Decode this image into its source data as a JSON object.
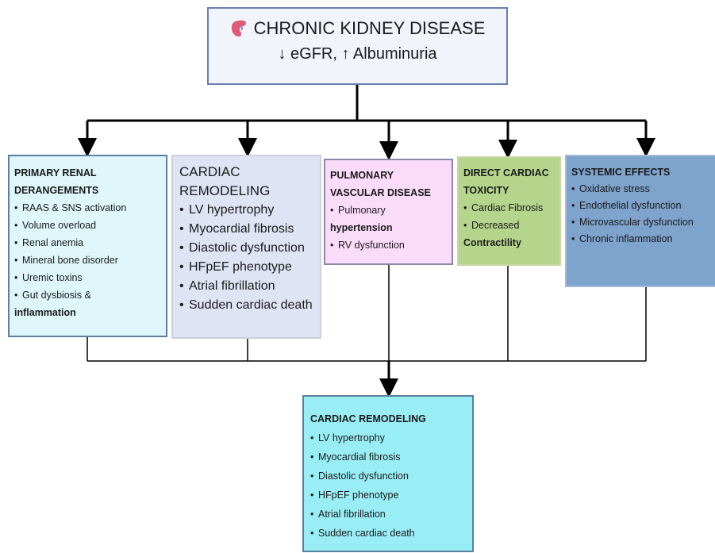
{
  "header": {
    "title": "CHRONIC KIDNEY DISEASE",
    "subtitle": "↓ eGFR, ↑ Albuminuria",
    "icon": "kidney-icon"
  },
  "boxes": {
    "renal": {
      "title_line1": "PRIMARY RENAL",
      "title_line2": "DERANGEMENTS",
      "items": [
        "RAAS & SNS activation",
        "Volume overload",
        "Renal anemia",
        "Mineral bone disorder",
        "Uremic toxins",
        "Gut dysbiosis &"
      ],
      "continuation": "inflammation",
      "color": "#dff7fb"
    },
    "cardiac": {
      "title": "CARDIAC REMODELING",
      "items": [
        "LV hypertrophy",
        "Myocardial fibrosis",
        "Diastolic dysfunction",
        "HFpEF phenotype",
        "Atrial fibrillation",
        "Sudden cardiac death"
      ],
      "color": "#dfe4f4"
    },
    "pulmonary": {
      "title_line1": "PULMONARY",
      "title_line2": "VASCULAR DISEASE",
      "items": [
        "Pulmonary"
      ],
      "continuation": "hypertension",
      "items2": [
        "RV dysfunction"
      ],
      "color": "#fadcfa"
    },
    "direct": {
      "title_line1": "DIRECT CARDIAC",
      "title_line2": "TOXICITY",
      "items": [
        "Cardiac Fibrosis",
        "Decreased"
      ],
      "continuation": "Contractility",
      "color": "#b5d48c"
    },
    "systemic": {
      "title": "SYSTEMIC EFFECTS",
      "items": [
        "Oxidative stress",
        "Endothelial dysfunction",
        "Microvascular dysfunction",
        "Chronic inflammation"
      ],
      "color": "#7ea3cd"
    },
    "bottom": {
      "title": "CARDIAC REMODELING",
      "items": [
        "LV hypertrophy",
        "Myocardial fibrosis",
        "Diastolic dysfunction",
        "HFpEF phenotype",
        "Atrial fibrillation",
        "Sudden cardiac death"
      ],
      "color": "#99eef6"
    }
  }
}
